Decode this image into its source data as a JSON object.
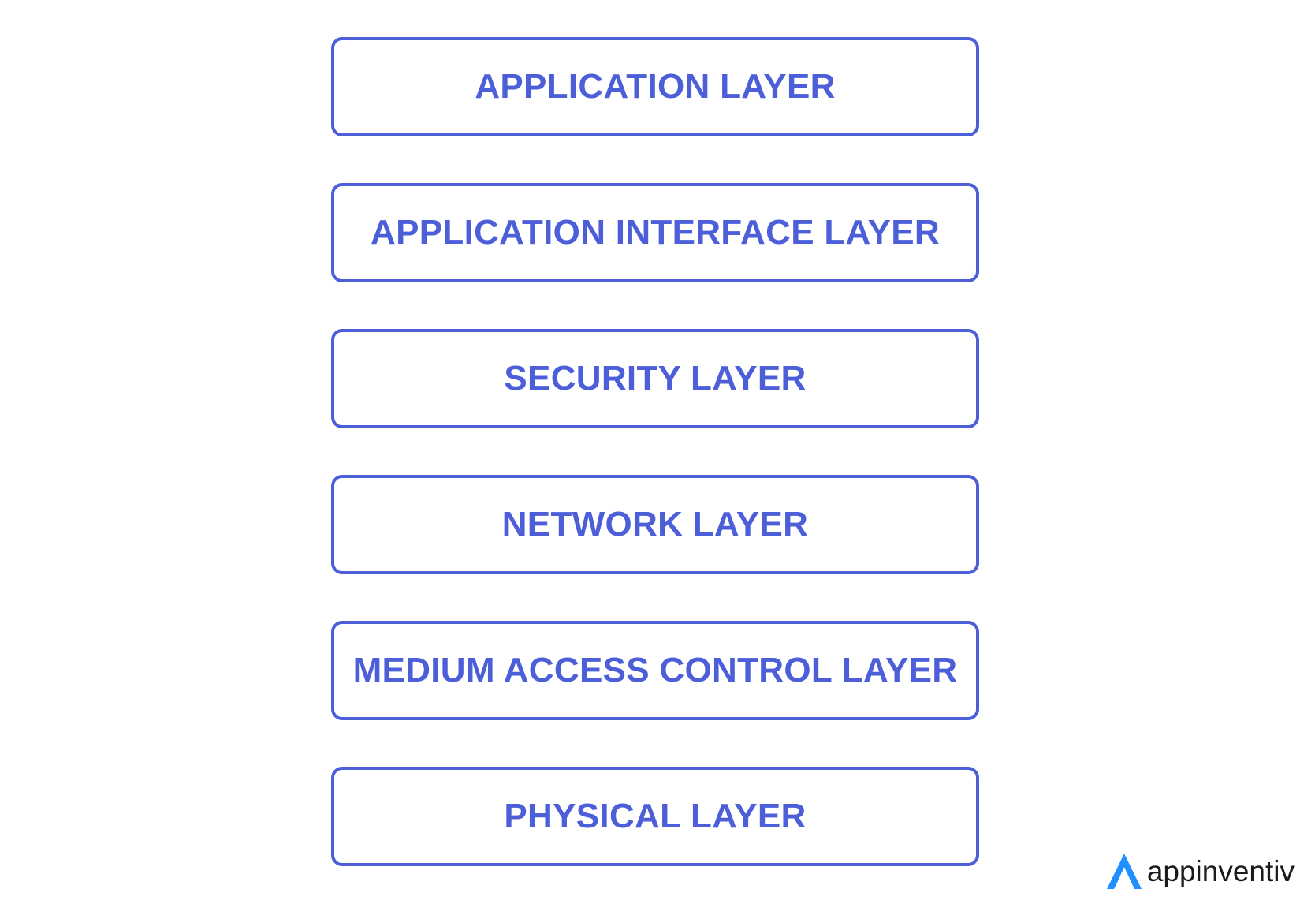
{
  "colors": {
    "accent": "#4c5fd8",
    "logo_mark": "#1e90ff",
    "logo_text": "#1b1b1b"
  },
  "layers": [
    {
      "label": "APPLICATION LAYER"
    },
    {
      "label": "APPLICATION INTERFACE LAYER"
    },
    {
      "label": "SECURITY LAYER"
    },
    {
      "label": "NETWORK LAYER"
    },
    {
      "label": "MEDIUM ACCESS CONTROL LAYER"
    },
    {
      "label": "PHYSICAL LAYER"
    }
  ],
  "brand": {
    "name": "appinventiv",
    "icon": "appinventiv-logo-icon"
  }
}
